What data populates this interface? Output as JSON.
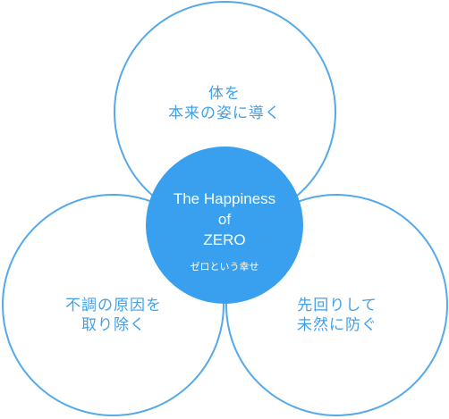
{
  "colors": {
    "ring_stroke": "#55a9ea",
    "core_fill": "#38a0ee",
    "label_text": "#41a1ea",
    "core_text": "#ffffff"
  },
  "center": {
    "title_lines": [
      "The Happiness",
      "of",
      "ZERO"
    ],
    "subtitle": "ゼロという幸せ"
  },
  "circles": {
    "top": {
      "lines": [
        "体を",
        "本来の姿に導く"
      ]
    },
    "left": {
      "lines": [
        "不調の原因を",
        "取り除く"
      ]
    },
    "right": {
      "lines": [
        "先回りして",
        "未然に防ぐ"
      ]
    }
  }
}
